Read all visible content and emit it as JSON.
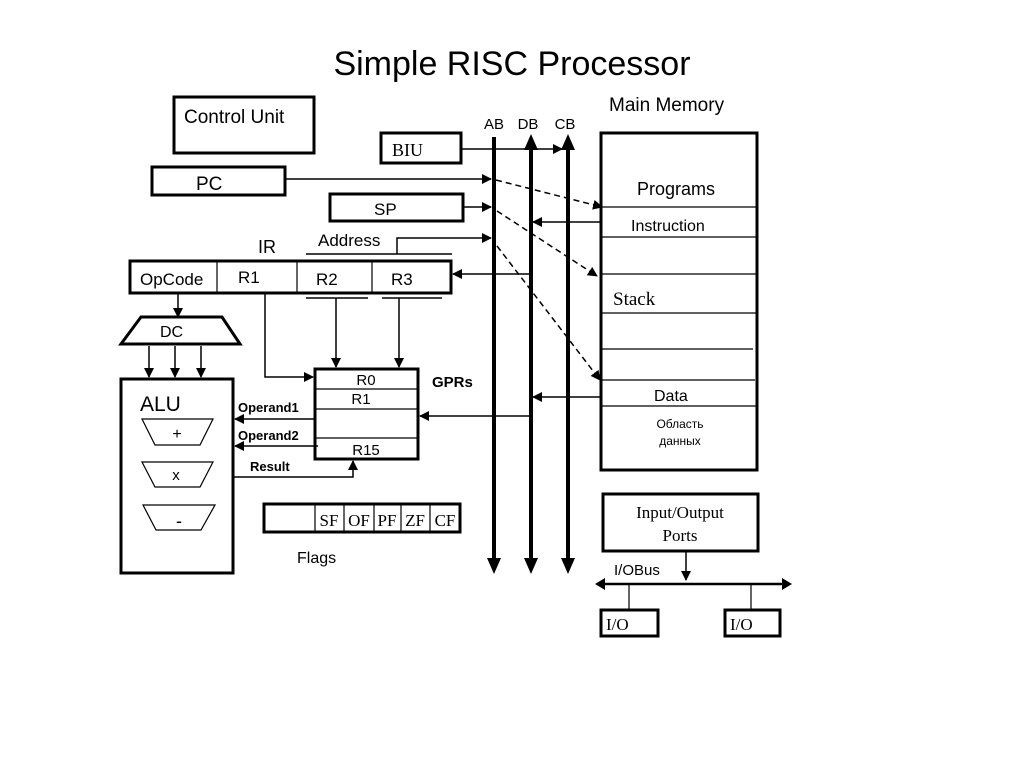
{
  "title": "Simple  RISC Processor",
  "control_unit": {
    "label": "Control Unit"
  },
  "biu": {
    "label": "BIU"
  },
  "pc": {
    "label": "PC"
  },
  "sp": {
    "label": "SP"
  },
  "ir": {
    "label": "IR",
    "address_label": "Address",
    "fields": [
      "OpCode",
      "R1",
      "R2",
      "R3"
    ]
  },
  "decoder": {
    "label": "DC"
  },
  "alu": {
    "label": "ALU",
    "ops": [
      "+",
      "x",
      "-"
    ]
  },
  "gprs": {
    "label": "GPRs",
    "rows": [
      "R0",
      "R1",
      "",
      "R15"
    ]
  },
  "signals": {
    "operand1": "Operand1",
    "operand2": "Operand2",
    "result": "Result"
  },
  "flags": {
    "label": "Flags",
    "cells": [
      "",
      "SF",
      "OF",
      "PF",
      "ZF",
      "CF"
    ]
  },
  "buses": {
    "ab": "AB",
    "db": "DB",
    "cb": "CB"
  },
  "memory": {
    "title": "Main  Memory",
    "sections": {
      "programs": "Programs",
      "instruction": "Instruction",
      "stack": "Stack",
      "data": "Data",
      "data_area_line1": "Область",
      "data_area_line2": "данных"
    }
  },
  "io": {
    "ports_line1": "Input/Output",
    "ports_line2": "Ports",
    "bus_label": "I/OBus",
    "devices": [
      "I/O",
      "I/O"
    ]
  }
}
